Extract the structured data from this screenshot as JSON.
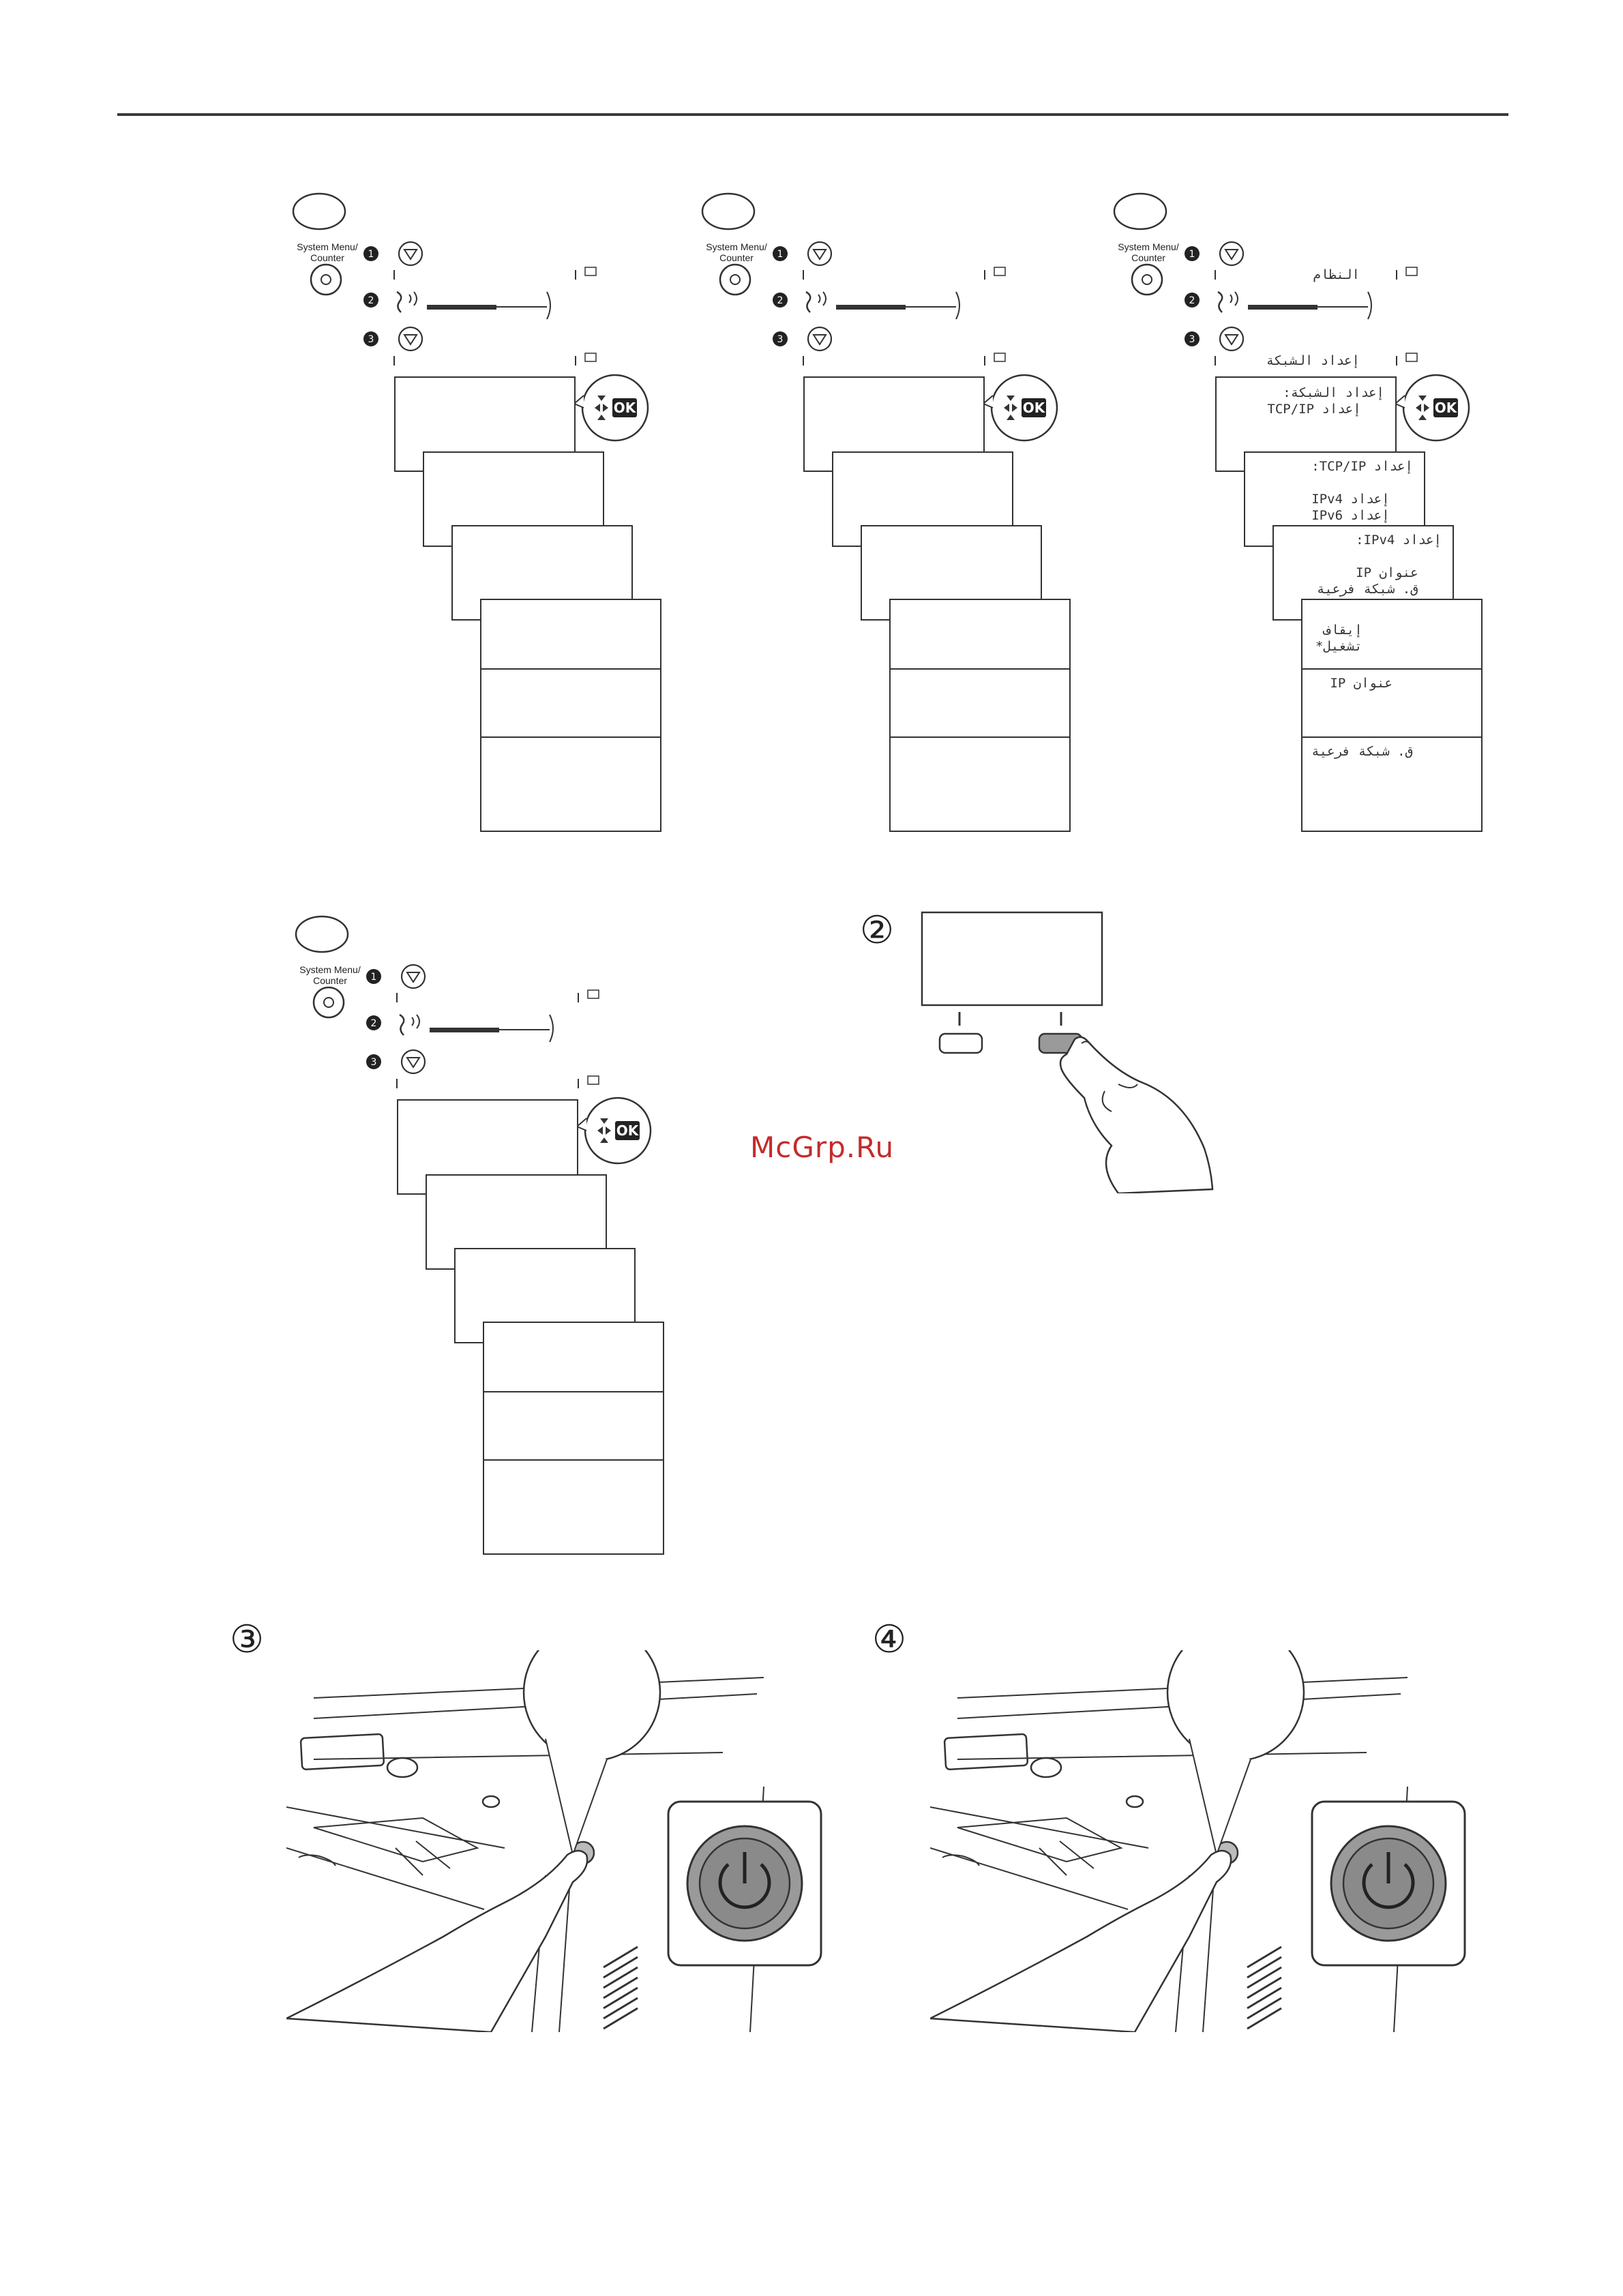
{
  "system_menu_label": "System Menu/\nCounter",
  "ok_key": "OK",
  "panels": [
    {
      "id": "a",
      "menu_line_1": "",
      "menu_line_2": "",
      "boxes": []
    },
    {
      "id": "b",
      "menu_line_1": "",
      "menu_line_2": "",
      "boxes": []
    },
    {
      "id": "c",
      "menu_line_1": "النظام",
      "menu_line_2": "إعداد الشبكة",
      "boxes": [
        "إعداد الشبكة:\n   إعداد TCP/IP",
        "إعداد TCP/IP:\n\n   إعداد IPv4\n   إعداد IPv6",
        "إعداد IPv4:\n\n   عنوان IP\n   ق. شبكة فرعية",
        "\n   إيقاف\n   تشغيل*",
        "عنوان IP",
        "ق. شبكة فرعية"
      ]
    },
    {
      "id": "d",
      "menu_line_1": "",
      "menu_line_2": "",
      "boxes": []
    }
  ],
  "steps": {
    "two": "②",
    "three": "③",
    "four": "④"
  },
  "watermark": "McGrp.Ru"
}
